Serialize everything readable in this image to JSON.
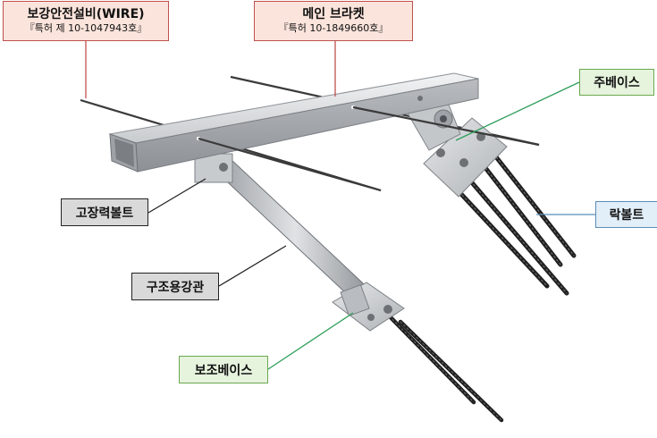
{
  "labels": {
    "wire": {
      "title": "보강안전설비(WIRE)",
      "patent": "『특허 제 10-1047943호』"
    },
    "bracket": {
      "title": "메인 브라켓",
      "patent": "『특허 10-1849660호』"
    },
    "main_base": "주베이스",
    "rock_bolt": "락볼트",
    "hs_bolt": "고장력볼트",
    "steel_pipe": "구조용강관",
    "aux_base": "보조베이스"
  },
  "colors": {
    "title_fill": "#fbe4dc",
    "title_border": "#c0504d",
    "grey_fill": "#d9d9d9",
    "green_fill": "#e6f3dd",
    "green_line": "#2e9e5a",
    "blue_fill": "#e2eef8",
    "blue_line": "#5b8db8",
    "leader_dark": "#222222",
    "leader_red": "#c0504d"
  }
}
